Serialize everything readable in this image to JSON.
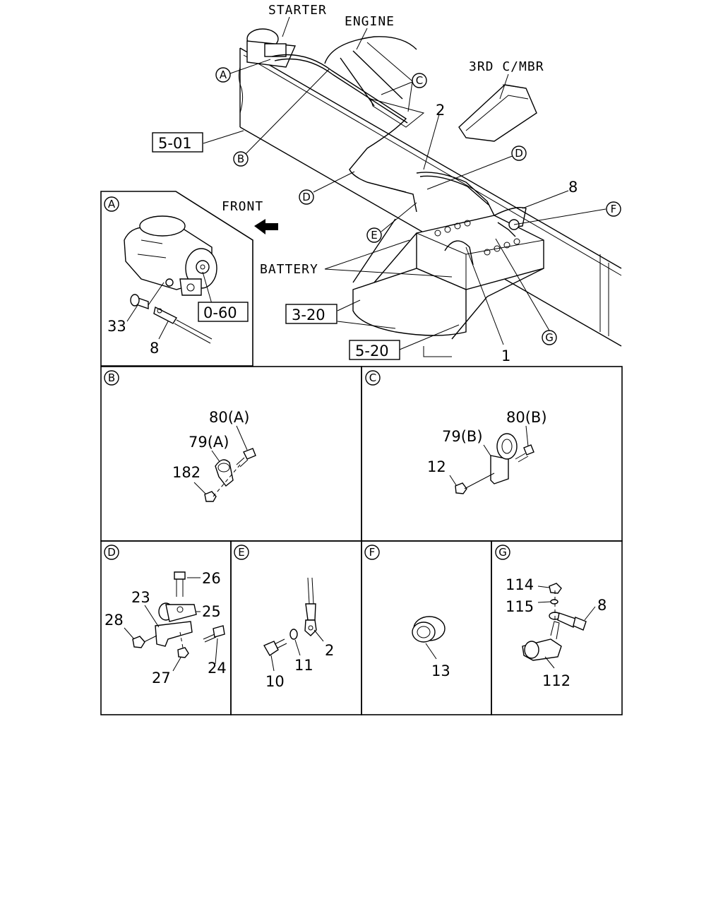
{
  "main": {
    "starter_label": "STARTER",
    "engine_label": "ENGINE",
    "member_label": "3RD C/MBR",
    "front_label": "FRONT",
    "battery_label": "BATTERY",
    "ref_5_01": "5-01",
    "ref_3_20": "3-20",
    "ref_5_20": "5-20",
    "callout_A": "A",
    "callout_B": "B",
    "callout_C": "C",
    "callout_D1": "D",
    "callout_D2": "D",
    "callout_E": "E",
    "callout_F": "F",
    "callout_G": "G",
    "part_2": "2",
    "part_8": "8",
    "part_1": "1"
  },
  "detail_a": {
    "tag": "A",
    "ref": "0-60",
    "part_33": "33",
    "part_8": "8"
  },
  "detail_b": {
    "tag": "B",
    "part_80a": "80(A)",
    "part_79a": "79(A)",
    "part_182": "182"
  },
  "detail_c": {
    "tag": "C",
    "part_80b": "80(B)",
    "part_79b": "79(B)",
    "part_12": "12"
  },
  "detail_d": {
    "tag": "D",
    "part_26": "26",
    "part_23": "23",
    "part_25": "25",
    "part_28": "28",
    "part_24": "24",
    "part_27": "27"
  },
  "detail_e": {
    "tag": "E",
    "part_2": "2",
    "part_11": "11",
    "part_10": "10"
  },
  "detail_f": {
    "tag": "F",
    "part_13": "13"
  },
  "detail_g": {
    "tag": "G",
    "part_114": "114",
    "part_115": "115",
    "part_8": "8",
    "part_112": "112"
  }
}
